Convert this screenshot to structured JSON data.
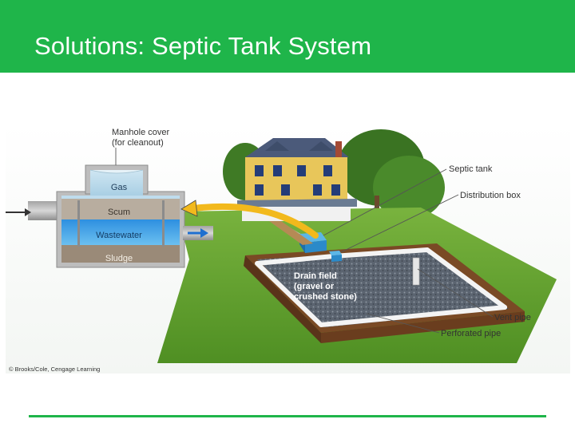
{
  "slide": {
    "title": "Solutions: Septic Tank System",
    "accent_color": "#1fb54a"
  },
  "cross_section": {
    "manhole_label_line1": "Manhole cover",
    "manhole_label_line2": "(for cleanout)",
    "layers": {
      "gas": "Gas",
      "scum": "Scum",
      "wastewater": "Wastewater",
      "sludge": "Sludge"
    }
  },
  "landscape": {
    "drain_field_line1": "Drain field",
    "drain_field_line2": "(gravel or",
    "drain_field_line3": "crushed stone)",
    "callouts": {
      "septic_tank": "Septic tank",
      "distribution_box": "Distribution box",
      "vent_pipe": "Vent pipe",
      "perforated_pipe": "Perforated pipe"
    }
  },
  "credit": "© Brooks/Cole, Cengage Learning"
}
